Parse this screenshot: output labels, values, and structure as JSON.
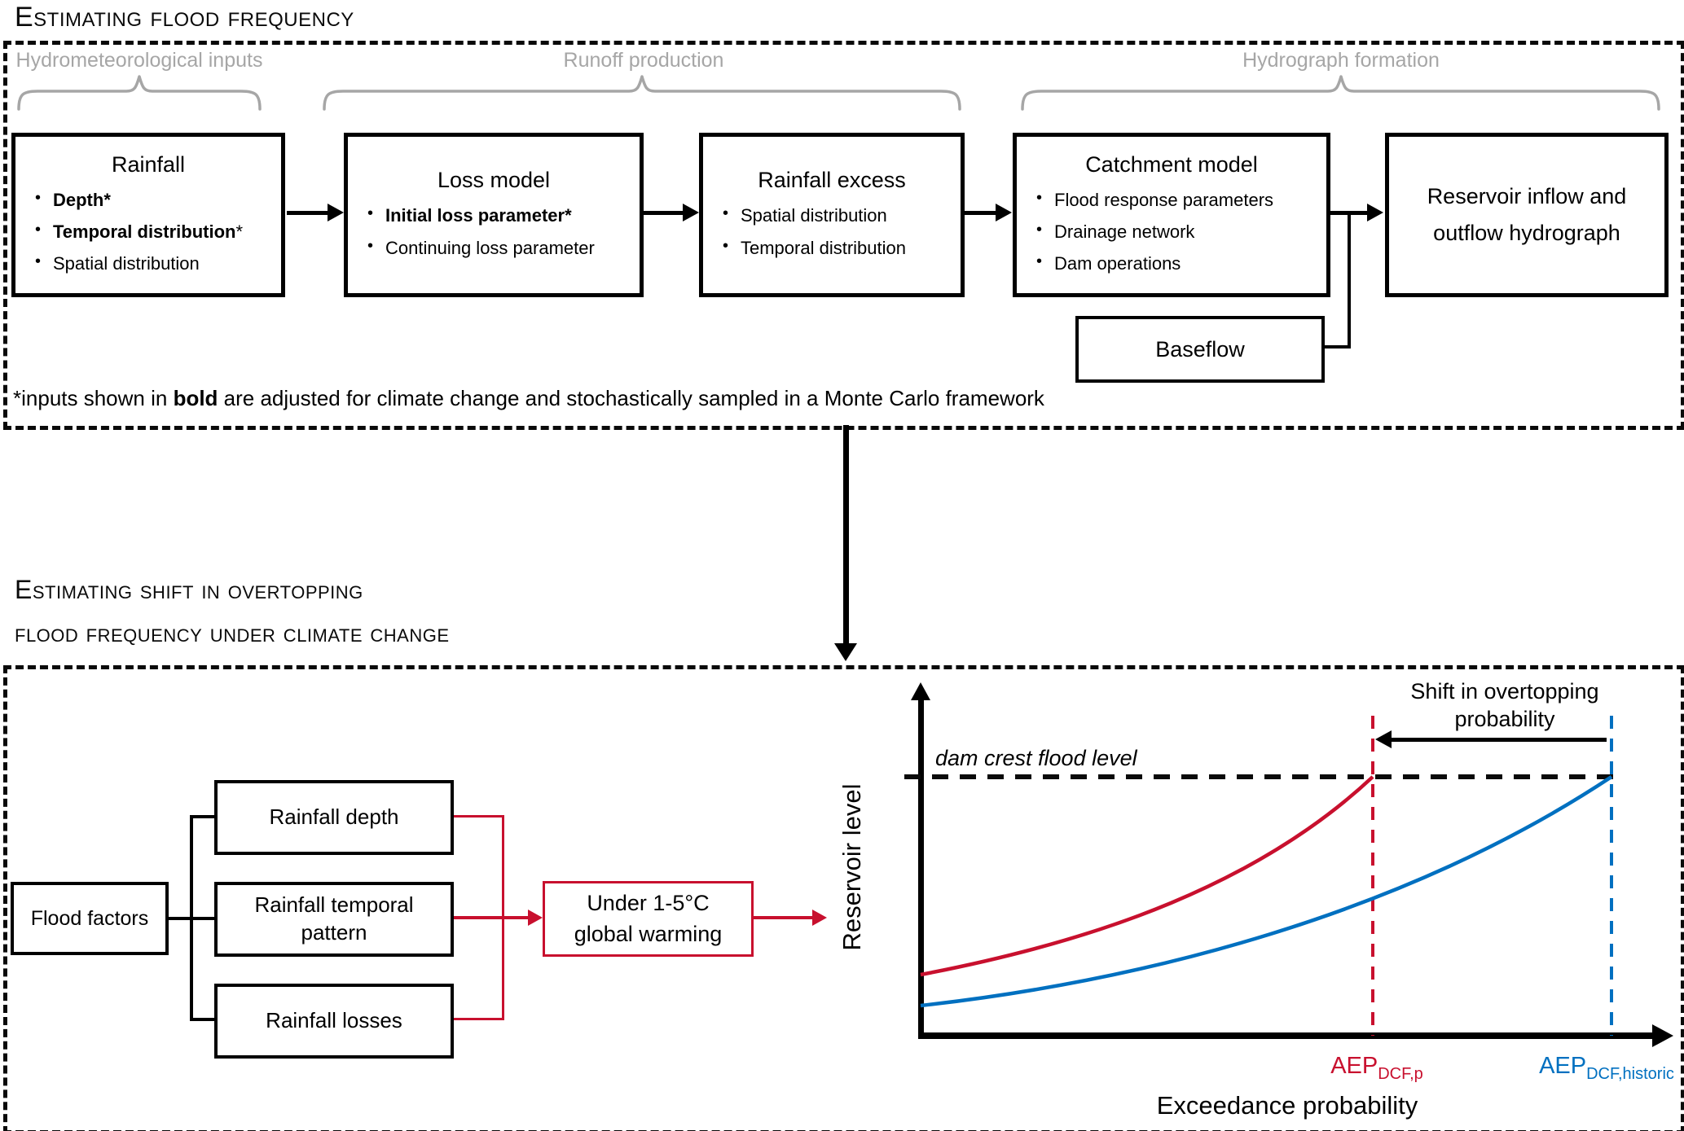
{
  "colors": {
    "curve_red": "#C8102E",
    "curve_blue": "#0070C0",
    "label_gray": "#A6A6A6",
    "black": "#000000"
  },
  "section1": {
    "title": "Estimating flood frequency",
    "group_labels": [
      "Hydrometeorological inputs",
      "Runoff production",
      "Hydrograph formation"
    ],
    "boxes": {
      "rainfall": {
        "title": "Rainfall",
        "bullets": [
          {
            "bold": "Depth*",
            "normal": ""
          },
          {
            "bold": "Temporal distribution",
            "normal": "*"
          },
          {
            "bold": "",
            "normal": "Spatial distribution"
          }
        ]
      },
      "loss_model": {
        "title": "Loss model",
        "bullets": [
          {
            "bold": "Initial loss parameter*",
            "normal": ""
          },
          {
            "bold": "",
            "normal": "Continuing loss parameter"
          }
        ]
      },
      "rainfall_excess": {
        "title": "Rainfall excess",
        "bullets": [
          {
            "bold": "",
            "normal": "Spatial distribution"
          },
          {
            "bold": "",
            "normal": "Temporal distribution"
          }
        ]
      },
      "catchment_model": {
        "title": "Catchment model",
        "bullets": [
          {
            "bold": "",
            "normal": "Flood response parameters"
          },
          {
            "bold": "",
            "normal": "Drainage network"
          },
          {
            "bold": "",
            "normal": "Dam operations"
          }
        ]
      },
      "reservoir": {
        "title": "Reservoir inflow and outflow hydrograph"
      },
      "baseflow": {
        "title": "Baseflow"
      }
    },
    "footnote": {
      "pre": "*inputs shown in ",
      "bold": "bold",
      "post": " are adjusted for climate change and stochastically sampled in a Monte Carlo framework"
    }
  },
  "section2": {
    "title_line1": "Estimating shift in overtopping",
    "title_line2": "flood frequency under climate change",
    "flood_factors_label": "Flood factors",
    "factor_boxes": [
      "Rainfall depth",
      "Rainfall temporal pattern",
      "Rainfall losses"
    ],
    "warming_box": {
      "line1": "Under 1-5°C",
      "line2": "global warming"
    }
  },
  "chart_data": {
    "type": "line",
    "title": "",
    "xlabel": "Exceedance probability",
    "ylabel": "Reservoir level",
    "x_ticks": [],
    "y_ticks": [],
    "grid": false,
    "legend": "none",
    "annotations": {
      "dam_crest_label": "dam crest flood level",
      "shift_label_line1": "Shift in overtopping",
      "shift_label_line2": "probability",
      "shift_arrow_direction": "left, from AEP_DCF,historic to AEP_DCF,p",
      "red_marker": {
        "base": "AEP",
        "sub": "DCF,p"
      },
      "blue_marker": {
        "base": "AEP",
        "sub": "DCF,historic"
      }
    },
    "series": [
      {
        "name": "AEP_DCF,p curve (climate-adjusted, red)",
        "color": "#C8102E",
        "style": "solid",
        "points_fraction_xy": [
          [
            0.0,
            0.23
          ],
          [
            0.15,
            0.3
          ],
          [
            0.3,
            0.41
          ],
          [
            0.45,
            0.57
          ],
          [
            0.55,
            0.76
          ],
          [
            0.61,
            1.0
          ]
        ]
      },
      {
        "name": "AEP_DCF,historic curve (historic, blue)",
        "color": "#0070C0",
        "style": "solid",
        "points_fraction_xy": [
          [
            0.0,
            0.11
          ],
          [
            0.2,
            0.19
          ],
          [
            0.4,
            0.31
          ],
          [
            0.6,
            0.48
          ],
          [
            0.8,
            0.73
          ],
          [
            0.93,
            1.0
          ]
        ]
      }
    ],
    "markers": {
      "red_x_fraction": 0.61,
      "blue_x_fraction": 0.93,
      "dam_crest_y_fraction": 1.0
    }
  }
}
